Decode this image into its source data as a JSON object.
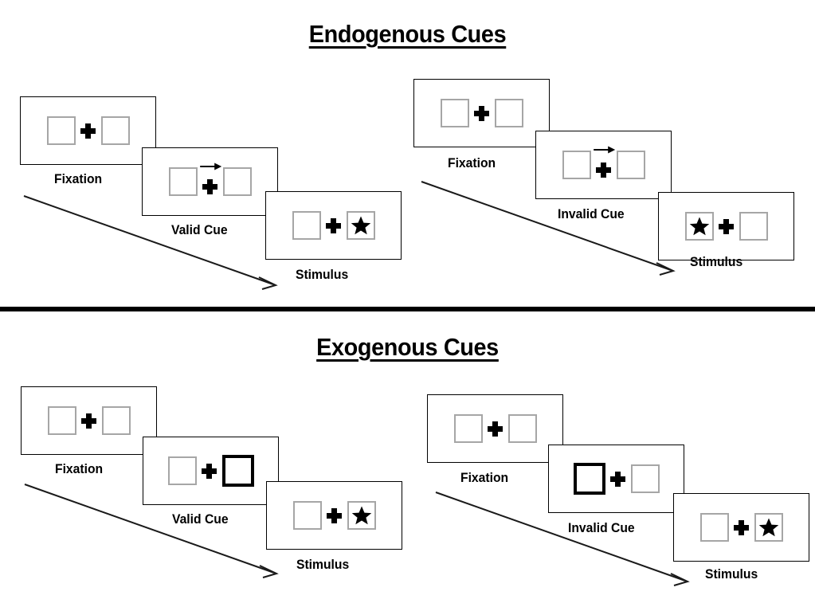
{
  "sections": [
    {
      "id": "endogenous",
      "title": "Endogenous Cues",
      "columns": [
        {
          "id": "endogenous-valid",
          "stages": [
            {
              "id": "fixation",
              "caption": "Fixation",
              "cue": "none",
              "target": "none"
            },
            {
              "id": "cue",
              "caption": "Valid Cue",
              "cue": "arrow-right",
              "target": "none"
            },
            {
              "id": "stimulus",
              "caption": "Stimulus",
              "cue": "none",
              "target": "right"
            }
          ]
        },
        {
          "id": "endogenous-invalid",
          "stages": [
            {
              "id": "fixation",
              "caption": "Fixation",
              "cue": "none",
              "target": "none"
            },
            {
              "id": "cue",
              "caption": "Invalid Cue",
              "cue": "arrow-right",
              "target": "none"
            },
            {
              "id": "stimulus",
              "caption": "Stimulus",
              "cue": "none",
              "target": "left"
            }
          ]
        }
      ]
    },
    {
      "id": "exogenous",
      "title": "Exogenous Cues",
      "columns": [
        {
          "id": "exogenous-valid",
          "stages": [
            {
              "id": "fixation",
              "caption": "Fixation",
              "cue": "none",
              "target": "none"
            },
            {
              "id": "cue",
              "caption": "Valid Cue",
              "cue": "box-right",
              "target": "none"
            },
            {
              "id": "stimulus",
              "caption": "Stimulus",
              "cue": "none",
              "target": "right"
            }
          ]
        },
        {
          "id": "exogenous-invalid",
          "stages": [
            {
              "id": "fixation",
              "caption": "Fixation",
              "cue": "none",
              "target": "none"
            },
            {
              "id": "cue",
              "caption": "Invalid Cue",
              "cue": "box-left",
              "target": "none"
            },
            {
              "id": "stimulus",
              "caption": "Stimulus",
              "cue": "none",
              "target": "right"
            }
          ]
        }
      ]
    }
  ],
  "icons": {
    "target": "star-icon",
    "fixation": "plus-cross-icon",
    "endogenous_cue": "arrow-right-icon",
    "exogenous_cue": "bold-box-icon",
    "timeline": "diagonal-arrow-icon"
  },
  "colors": {
    "background": "#ffffff",
    "ink": "#000000",
    "placeholder_border": "#a6a6a6",
    "panel_border": "#000000",
    "divider": "#000000"
  }
}
